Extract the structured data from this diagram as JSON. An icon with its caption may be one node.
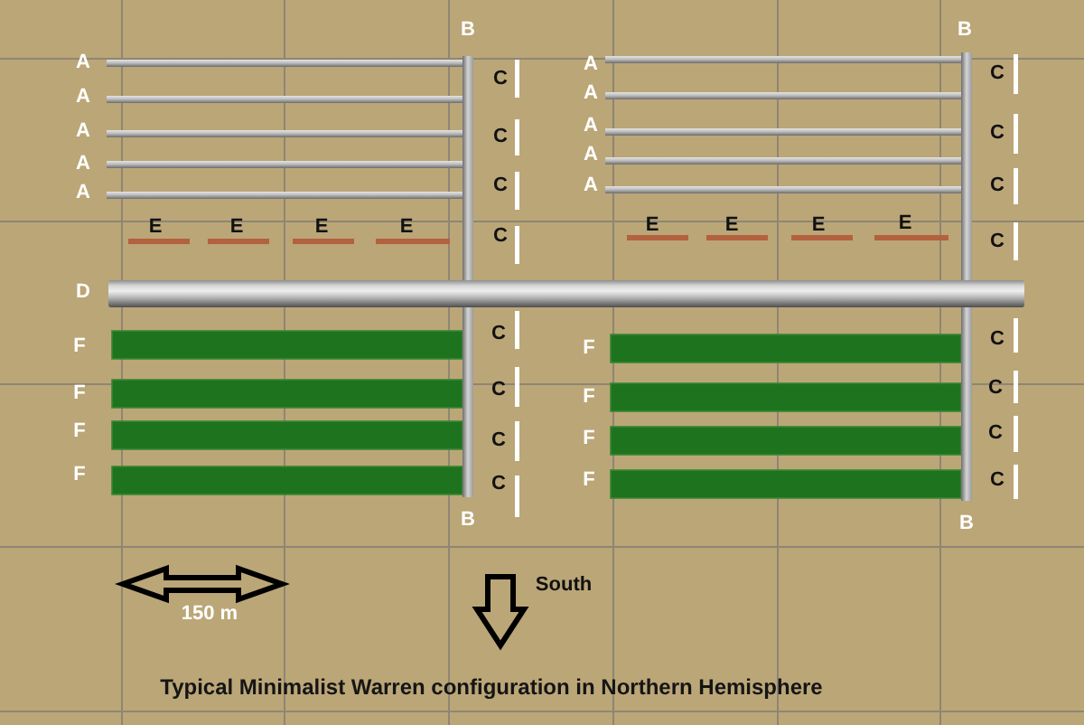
{
  "diagram": {
    "caption": "Typical Minimalist Warren configuration in Northern Hemisphere",
    "labels": [
      "B",
      "A",
      "C",
      "A",
      "A",
      "C",
      "A",
      "C",
      "A",
      "E",
      "E",
      "E",
      "E",
      "C",
      "D",
      "C",
      "F",
      "F",
      "C",
      "F",
      "C",
      "F",
      "C",
      "B",
      "B",
      "A",
      "C",
      "A",
      "A",
      "C",
      "A",
      "A",
      "C",
      "E",
      "E",
      "E",
      "E",
      "C",
      "C",
      "F",
      "C",
      "F",
      "F",
      "C",
      "F",
      "C",
      "B",
      "150 m",
      "South"
    ]
  }
}
